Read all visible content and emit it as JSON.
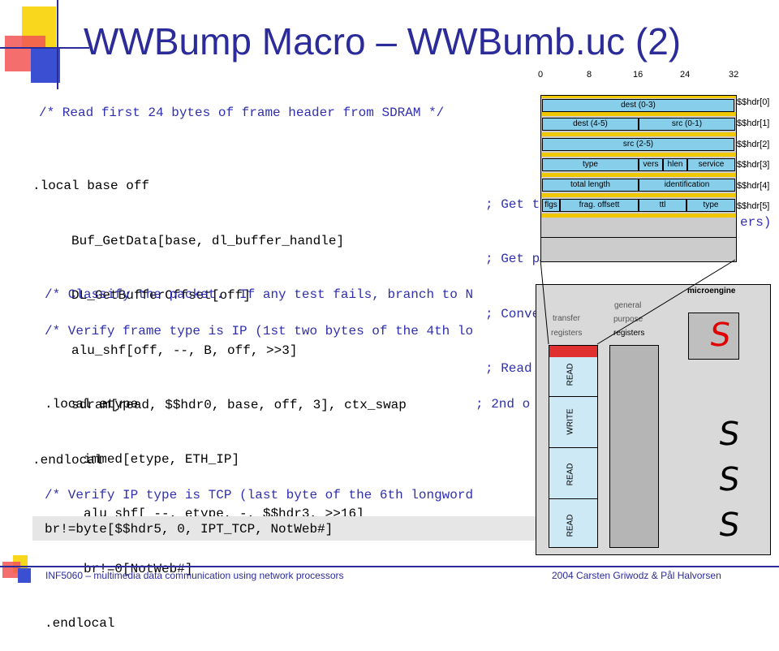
{
  "slide": {
    "title": "WWBump Macro – WWBumb.uc (2)"
  },
  "code_block_1": {
    "comment": "/* Read first 24 bytes of frame header from SDRAM */",
    "lines": [
      ".local base off",
      "     Buf_GetData[base, dl_buffer_handle]",
      "     DL_GetBufferOffset[off]",
      "     alu_shf[off, --, B, off, >>3]",
      "     sdram[read, $$hdr0, base, off, 3], ctx_swap",
      ".endlocal"
    ],
    "side_comments": [
      "; Get t",
      "; Get p",
      "; Conve",
      "; Read"
    ],
    "trailing_text": "ers)"
  },
  "code_block_2": {
    "comment1": "/* Classify the packet.  If any test fails, branch to N",
    "comment2": "/* Verify frame type is IP (1st two bytes of the 4th lo",
    "lines": [
      ".local etype",
      "     immed[etype, ETH_IP]",
      "     alu_shf[ --, etype, -, $$hdr3, >>16]",
      "     br!=0[NotWeb#]",
      ".endlocal"
    ],
    "side_comment": "; 2nd o",
    "comment3": "/* Verify IP type is TCP (last byte of the 6th longword",
    "final_line": "br!=byte[$$hdr5, 0, IPT_TCP, NotWeb#]"
  },
  "header_diagram": {
    "bit_labels": [
      "0",
      "8",
      "16",
      "24",
      "32"
    ],
    "rows": [
      {
        "register": "$$hdr[0]",
        "fields": [
          "dest (0-3)"
        ]
      },
      {
        "register": "$$hdr[1]",
        "fields": [
          "dest (4-5)",
          "src (0-1)"
        ]
      },
      {
        "register": "$$hdr[2]",
        "fields": [
          "src (2-5)"
        ]
      },
      {
        "register": "$$hdr[3]",
        "fields": [
          "type",
          "vers",
          "hlen",
          "service"
        ]
      },
      {
        "register": "$$hdr[4]",
        "fields": [
          "total length",
          "identification"
        ]
      },
      {
        "register": "$$hdr[5]",
        "fields": [
          "flgs",
          "frag. offsett",
          "ttl",
          "type"
        ]
      }
    ]
  },
  "microengine": {
    "label": "microengine",
    "transfer_label": "transfer registers",
    "transfer_line1": "transfer",
    "transfer_line2": "registers",
    "general_line1": "general",
    "general_line2": "purpose",
    "general_line3": "registers",
    "banks": [
      "READ",
      "WRITE",
      "READ",
      "READ"
    ],
    "squiggle": "S"
  },
  "colors": {
    "title": "#2b2b99",
    "field_fill": "#87ceeb",
    "field_border": "#000000",
    "row_separator": "#f0c800",
    "microengine_bg": "#d9d9d9",
    "transfer_fill": "#cde9f5",
    "read_active": "#e03030",
    "squiggle": "#e00000"
  },
  "footer": {
    "left": "INF5060 – multimedia data communication using network processors",
    "right": "2004  Carsten Griwodz & Pål Halvorsen"
  }
}
